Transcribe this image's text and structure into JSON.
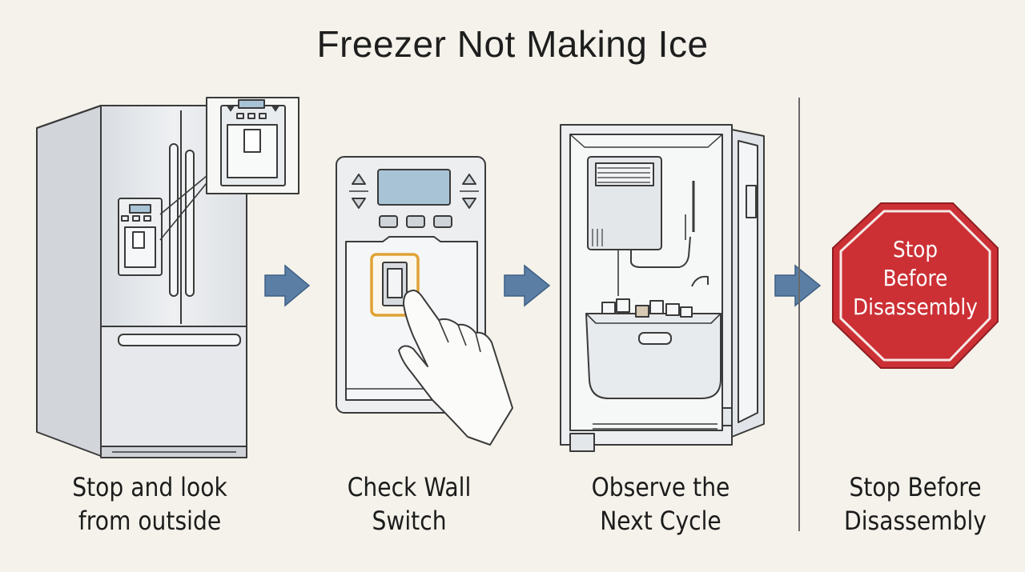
{
  "title": "Freezer Not Making Ice",
  "steps": [
    {
      "caption": "Stop and look\nfrom outside",
      "icon": "refrigerator-icon"
    },
    {
      "caption": "Check Wall\nSwitch",
      "icon": "control-panel-switch-icon"
    },
    {
      "caption": "Observe the\nNext Cycle",
      "icon": "open-freezer-icon"
    },
    {
      "caption": "Stop Before\nDisassembly",
      "icon": "stop-sign-icon"
    }
  ],
  "stop_sign": {
    "text": "Stop\nBefore\nDisassembly",
    "color": "#cc3035"
  },
  "colors": {
    "arrow": "#5b7ea5",
    "highlight": "#e0a234",
    "line": "#3a3a3a",
    "screen": "#a9c3d6"
  }
}
